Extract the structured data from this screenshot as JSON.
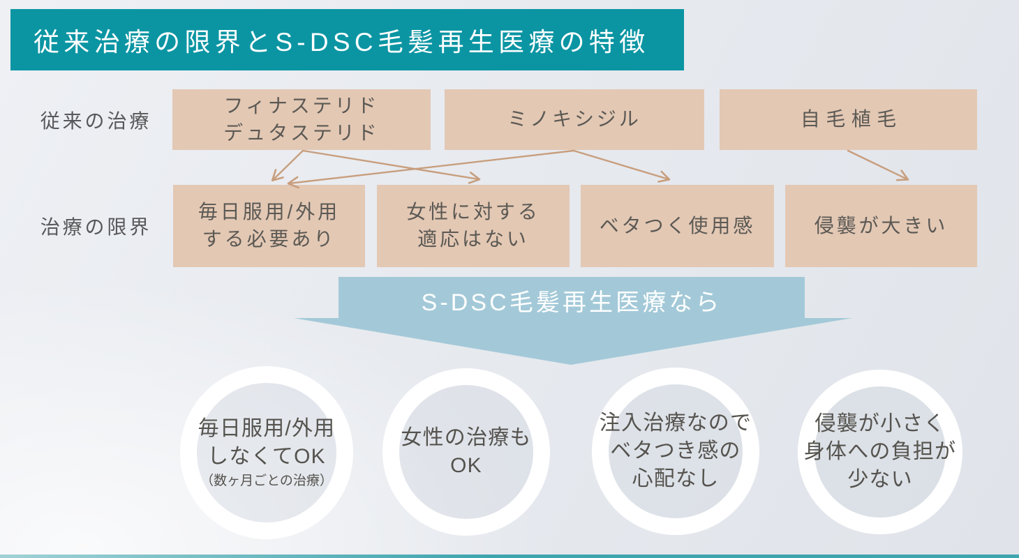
{
  "title": "従来治療の限界とS-DSC毛髪再生医療の特徴",
  "labels": {
    "treatments": "従来の治療",
    "limits": "治療の限界"
  },
  "treatment_boxes": [
    {
      "lines": [
        "フィナステリド",
        "デュタステリド"
      ]
    },
    {
      "lines": [
        "ミノキシジル"
      ]
    },
    {
      "lines": [
        "自毛植毛"
      ]
    }
  ],
  "limit_boxes": [
    {
      "lines": [
        "毎日服用/外用",
        "する必要あり"
      ]
    },
    {
      "lines": [
        "女性に対する",
        "適応はない"
      ]
    },
    {
      "lines": [
        "ベタつく使用感"
      ]
    },
    {
      "lines": [
        "侵襲が大きい"
      ]
    }
  ],
  "arrows": [
    {
      "from": "フィナステリド デュタステリド",
      "to": "毎日服用/外用する必要あり"
    },
    {
      "from": "フィナステリド デュタステリド",
      "to": "女性に対する適応はない"
    },
    {
      "from": "ミノキシジル",
      "to": "毎日服用/外用する必要あり"
    },
    {
      "from": "ミノキシジル",
      "to": "ベタつく使用感"
    },
    {
      "from": "自毛植毛",
      "to": "侵襲が大きい"
    }
  ],
  "banner": "S-DSC毛髪再生医療なら",
  "benefits": [
    {
      "lines": [
        "毎日服用/外用",
        "しなくてOK"
      ],
      "note": "（数ヶ月ごとの治療）"
    },
    {
      "lines": [
        "女性の治療も",
        "OK"
      ]
    },
    {
      "lines": [
        "注入治療なので",
        "ベタつき感の",
        "心配なし"
      ]
    },
    {
      "lines": [
        "侵襲が小さく",
        "身体への負担が",
        "少ない"
      ]
    }
  ],
  "colors": {
    "header_bg": "#0b95a3",
    "header_text": "#ffffff",
    "box_bg": "#e3c8b4",
    "box_text": "#5b5954",
    "connector_arrow": "#c89e7d",
    "banner_bg": "#a3c9d8",
    "banner_text": "#ffffff",
    "circle_ring": "#ffffff",
    "circle_text": "#55534e",
    "background": "#e7eaef",
    "footer_strip": "#35a1ab"
  }
}
